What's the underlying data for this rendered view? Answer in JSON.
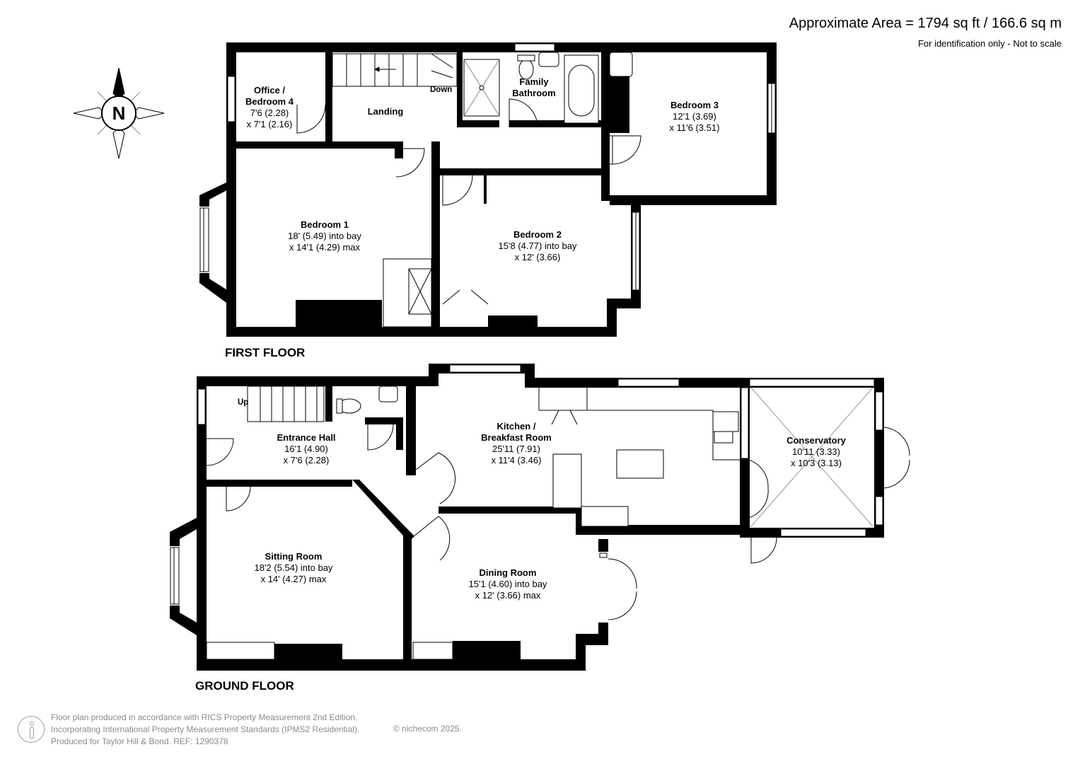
{
  "header": {
    "area": "Approximate Area = 1794 sq ft / 166.6 sq m",
    "note": "For identification only - Not to scale"
  },
  "compass": {
    "label": "N"
  },
  "first_floor": {
    "title": "FIRST FLOOR",
    "rooms": [
      {
        "name_lines": [
          "Office /",
          "Bedroom 4"
        ],
        "dims": [
          "7'6 (2.28)",
          "x 7'1 (2.16)"
        ]
      },
      {
        "name_lines": [
          "Landing"
        ],
        "dims": []
      },
      {
        "name_lines": [
          "Family",
          "Bathroom"
        ],
        "dims": []
      },
      {
        "name_lines": [
          "Bedroom 3"
        ],
        "dims": [
          "12'1 (3.69)",
          "x 11'6 (3.51)"
        ]
      },
      {
        "name_lines": [
          "Bedroom 1"
        ],
        "dims": [
          "18' (5.49) into bay",
          "x 14'1 (4.29) max"
        ]
      },
      {
        "name_lines": [
          "Bedroom 2"
        ],
        "dims": [
          "15'8 (4.77) into bay",
          "x 12' (3.66)"
        ]
      }
    ],
    "stair_label": "Down"
  },
  "ground_floor": {
    "title": "GROUND FLOOR",
    "rooms": [
      {
        "name_lines": [
          "Entrance Hall"
        ],
        "dims": [
          "16'1 (4.90)",
          "x 7'6 (2.28)"
        ]
      },
      {
        "name_lines": [
          "Kitchen /",
          "Breakfast Room"
        ],
        "dims": [
          "25'11 (7.91)",
          "x 11'4 (3.46)"
        ]
      },
      {
        "name_lines": [
          "Conservatory"
        ],
        "dims": [
          "10'11 (3.33)",
          "x 10'3 (3.13)"
        ]
      },
      {
        "name_lines": [
          "Sitting Room"
        ],
        "dims": [
          "18'2 (5.54) into bay",
          "x 14' (4.27) max"
        ]
      },
      {
        "name_lines": [
          "Dining Room"
        ],
        "dims": [
          "15'1 (4.60) into bay",
          "x 12' (3.66) max"
        ]
      }
    ],
    "stair_label": "Up"
  },
  "footer": {
    "lines": [
      "Floor plan produced in accordance with RICS Property Measurement 2nd Edition,",
      "Incorporating International Property Measurement Standards (IPMS2 Residential).",
      "Produced for Taylor Hill & Bond.   REF:  1290378"
    ],
    "copyright": "© nichecom 2025."
  }
}
